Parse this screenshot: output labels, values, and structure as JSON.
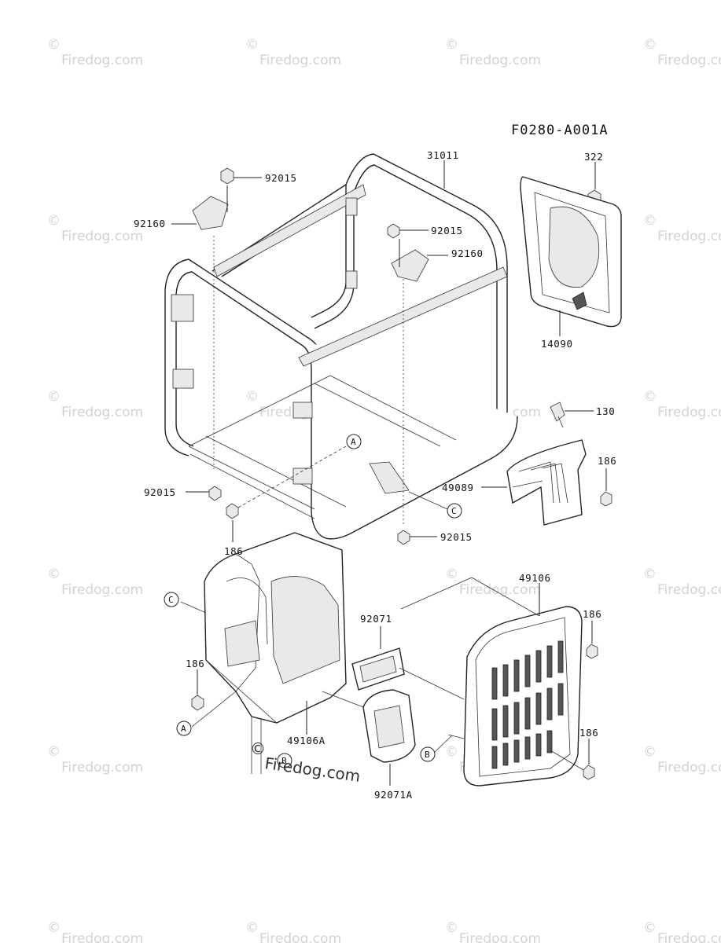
{
  "diagram": {
    "reference_code": "F0280-A001A",
    "watermark": "Firedog.com",
    "watermark_prominent": "Firedog.com"
  },
  "labels": {
    "frame": "31011",
    "nut_top_left": "92015",
    "bracket_left": "92160",
    "nut_center": "92015",
    "bracket_center": "92160",
    "nut_322": "322",
    "cover_14090": "14090",
    "clamp_130": "130",
    "bolt_186_right": "186",
    "cover_49089": "49089",
    "nut_bottom_left": "92015",
    "bolt_186_left": "186",
    "nut_bottom_center": "92015",
    "guard_49106": "49106",
    "bolt_186_guard_top": "186",
    "guard_49106A": "49106A",
    "rubber_92071": "92071",
    "bolt_186_guard_left": "186",
    "guard_bolt_186_bottom": "186",
    "rubber_92071A": "92071A"
  },
  "refs": {
    "A": "A",
    "B": "B",
    "C": "C"
  }
}
